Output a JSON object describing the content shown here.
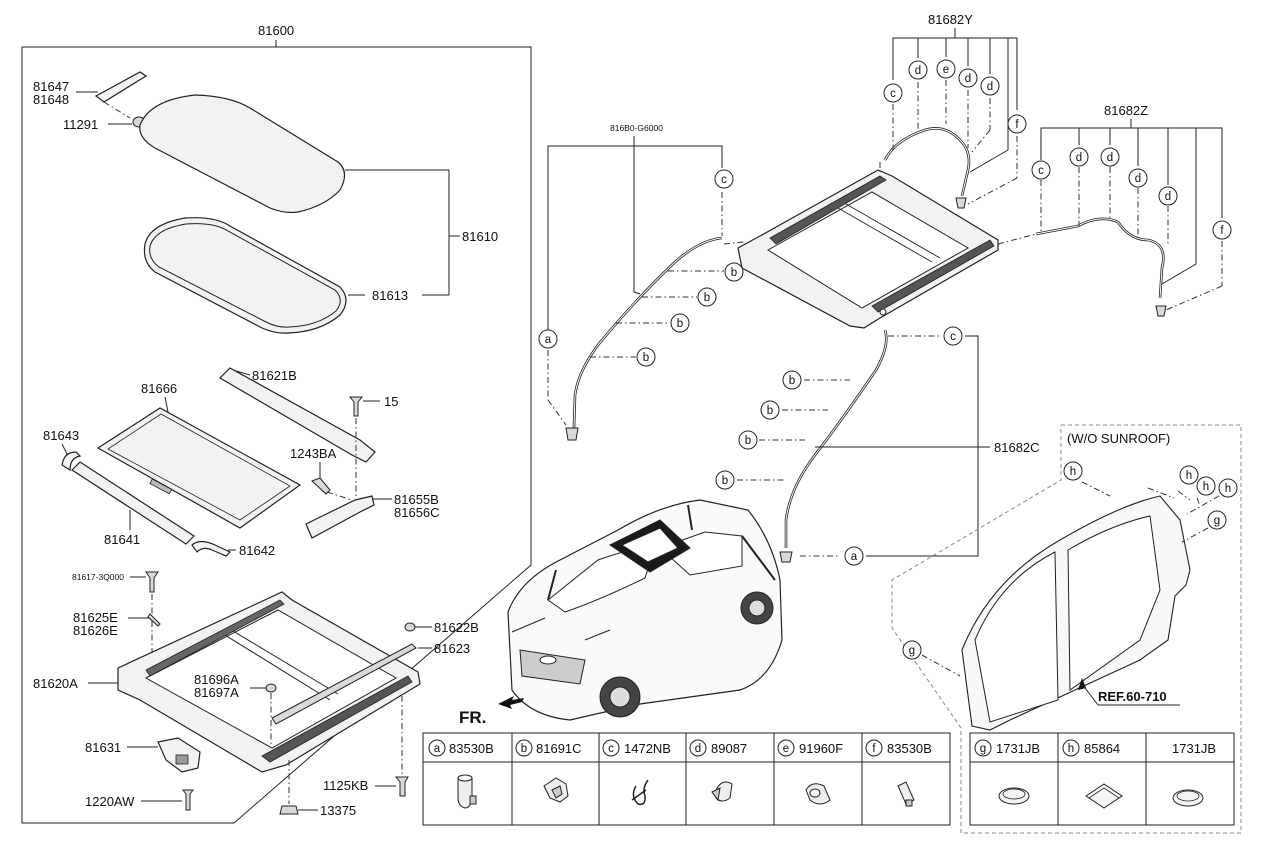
{
  "diagram": {
    "left_group": {
      "assembly": "81600",
      "labels": {
        "p81647": "81647",
        "p81648": "81648",
        "p11291": "11291",
        "p81610": "81610",
        "p81613": "81613",
        "p81621B": "81621B",
        "p81666": "81666",
        "p15": "15",
        "p81643": "81643",
        "p1243BA": "1243BA",
        "p81655B": "81655B",
        "p81656C": "81656C",
        "p81641": "81641",
        "p81642": "81642",
        "p81617": "81617-3Q000",
        "p81625E": "81625E",
        "p81626E": "81626E",
        "p81622B": "81622B",
        "p81623": "81623",
        "p81620A": "81620A",
        "p81696A": "81696A",
        "p81697A": "81697A",
        "p81631": "81631",
        "p1125KB": "1125KB",
        "p1220AW": "1220AW",
        "p13375": "13375"
      }
    },
    "hoses": {
      "front_hose_assy": "816B0-G6000",
      "p81682Y": "81682Y",
      "p81682Z": "81682Z",
      "p81682C": "81682C"
    },
    "body_panel": {
      "title": "(W/O SUNROOF)",
      "ref": "REF.60-710",
      "fr": "FR."
    },
    "legend": [
      {
        "letter": "a",
        "part": "83530B"
      },
      {
        "letter": "b",
        "part": "81691C"
      },
      {
        "letter": "c",
        "part": "1472NB"
      },
      {
        "letter": "d",
        "part": "89087"
      },
      {
        "letter": "e",
        "part": "91960F"
      },
      {
        "letter": "f",
        "part": "83530B"
      }
    ],
    "legend2": [
      {
        "letter": "g",
        "part": "1731JB"
      },
      {
        "letter": "h",
        "part": "85864"
      },
      {
        "letter": "",
        "part": "1731JB"
      }
    ],
    "bubble_letters": {
      "a": "a",
      "b": "b",
      "c": "c",
      "d": "d",
      "e": "e",
      "f": "f",
      "g": "g",
      "h": "h"
    }
  }
}
